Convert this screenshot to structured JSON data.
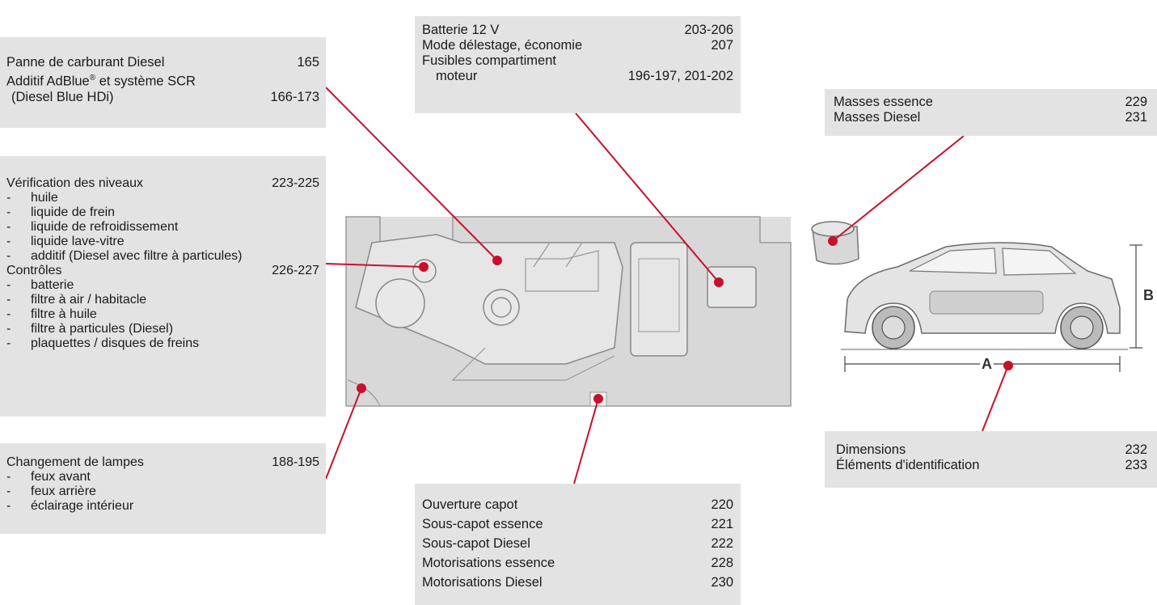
{
  "boxes": {
    "fuel": {
      "rows": [
        {
          "label": "Panne de carburant Diesel",
          "page": "165"
        },
        {
          "label": "Additif AdBlue",
          "sup": "®",
          "label_rest": " et système SCR"
        },
        {
          "label": "(Diesel Blue HDi)",
          "page": "166-173"
        }
      ]
    },
    "battery": {
      "rows": [
        {
          "label": "Batterie 12 V",
          "page": "203-206"
        },
        {
          "label": "Mode délestage, économie",
          "page": "207"
        },
        {
          "label": "Fusibles compartiment"
        },
        {
          "label": "moteur",
          "page": "196-197, 201-202"
        }
      ]
    },
    "masses": {
      "rows": [
        {
          "label": "Masses essence",
          "page": "229"
        },
        {
          "label": "Masses Diesel",
          "page": "231"
        }
      ]
    },
    "levels": {
      "title": {
        "label": "Vérification des niveaux",
        "page": "223-225"
      },
      "items": [
        "huile",
        "liquide de frein",
        "liquide de refroidissement",
        "liquide lave-vitre",
        "additif (Diesel avec filtre à particules)"
      ],
      "title2": {
        "label": "Contrôles",
        "page": "226-227"
      },
      "items2": [
        "batterie",
        "filtre à air / habitacle",
        "filtre à huile",
        "filtre à particules (Diesel)",
        "plaquettes / disques de freins"
      ],
      "dash": "-"
    },
    "lamps": {
      "title": {
        "label": "Changement de lampes",
        "page": "188-195"
      },
      "items": [
        "feux avant",
        "feux arrière",
        "éclairage intérieur"
      ],
      "dash": "-"
    },
    "bonnet": {
      "rows": [
        {
          "label": "Ouverture capot",
          "page": "220"
        },
        {
          "label": "Sous-capot essence",
          "page": "221"
        },
        {
          "label": "Sous-capot Diesel",
          "page": "222"
        },
        {
          "label": "Motorisations essence",
          "page": "228"
        },
        {
          "label": "Motorisations Diesel",
          "page": "230"
        }
      ]
    },
    "dims": {
      "rows": [
        {
          "label": "Dimensions",
          "page": "232"
        },
        {
          "label": "Éléments d'identification",
          "page": "233"
        }
      ]
    }
  },
  "car_labels": {
    "length": "A",
    "height": "B"
  },
  "colors": {
    "accent": "#c8102e",
    "box": "#e3e3e3"
  }
}
